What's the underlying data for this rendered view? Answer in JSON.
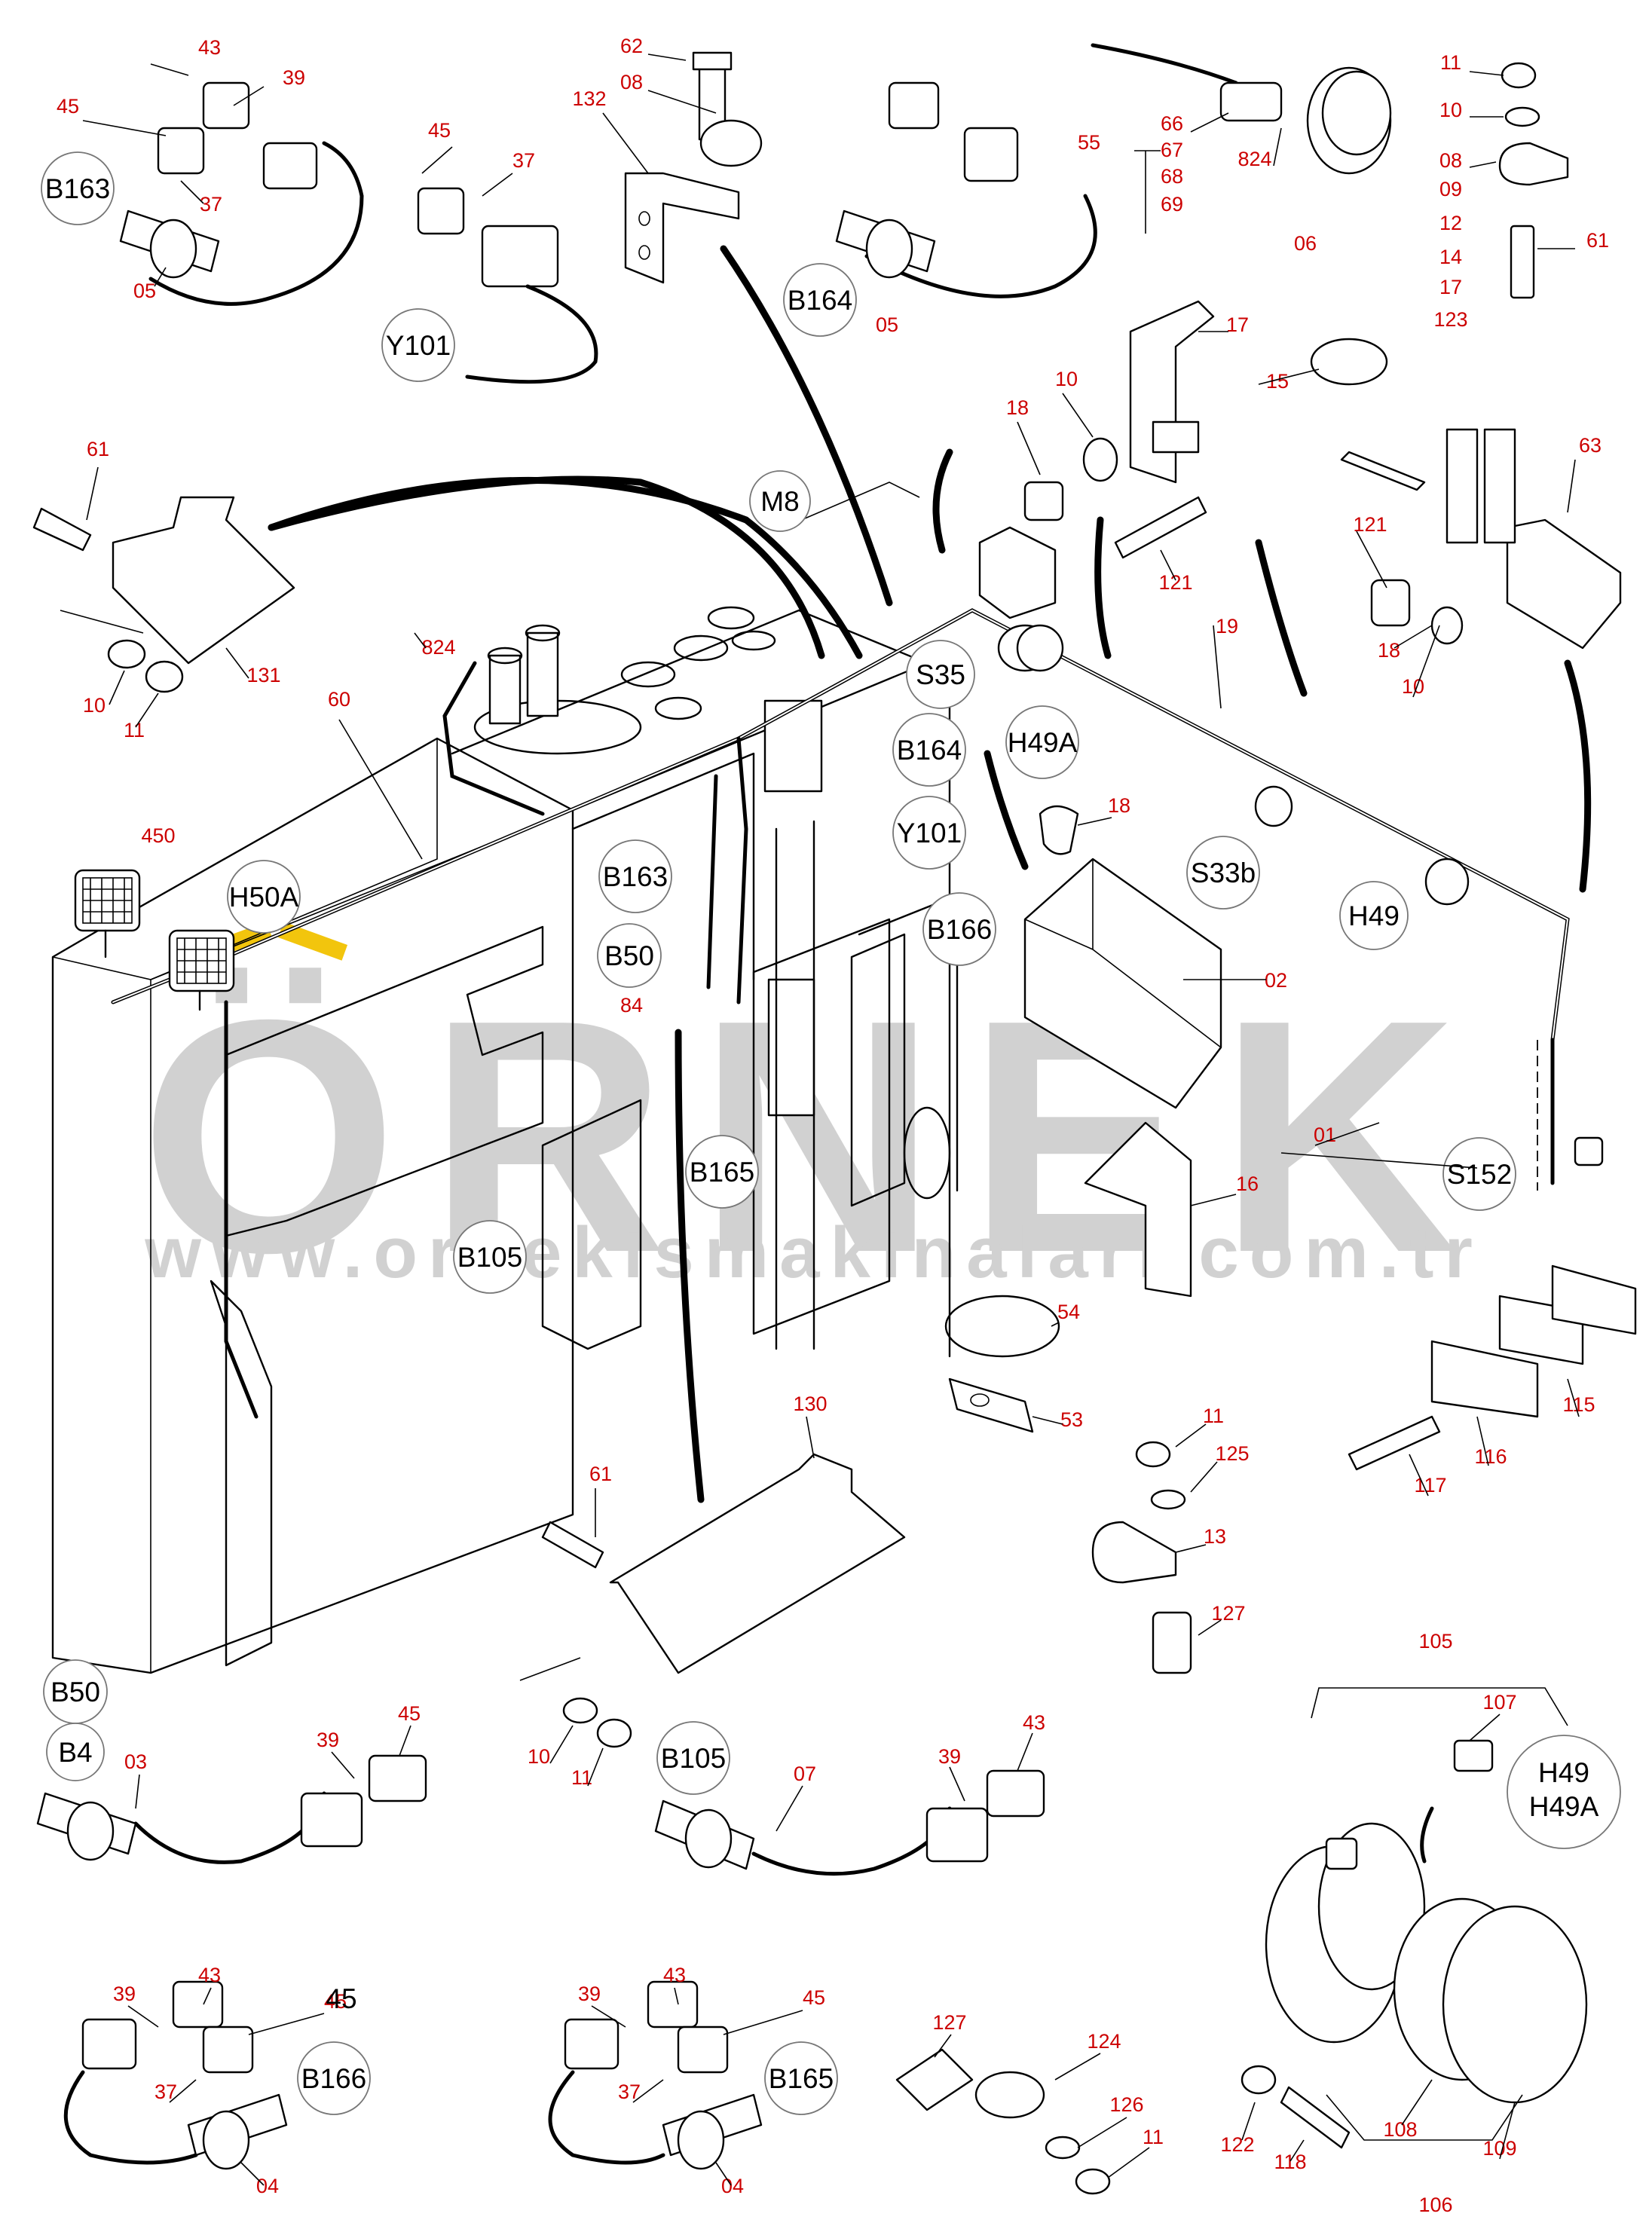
{
  "watermark": {
    "brand": "ÖRNEK",
    "url": "www.ornekismakinalari.com.tr",
    "brand_color": "#c8c8c8",
    "accent_color": "#f2c200"
  },
  "colors": {
    "part_number": "#cc0000",
    "reference": "#000000",
    "line": "#000000"
  },
  "part_numbers": [
    "43",
    "39",
    "45",
    "37",
    "05",
    "45",
    "37",
    "62",
    "08",
    "132",
    "66",
    "67",
    "68",
    "69",
    "55",
    "824",
    "06",
    "05",
    "11",
    "10",
    "08",
    "09",
    "12",
    "14",
    "17",
    "123",
    "61",
    "17",
    "15",
    "63",
    "18",
    "10",
    "121",
    "121",
    "19",
    "18",
    "10",
    "61",
    "131",
    "10",
    "11",
    "824",
    "60",
    "450",
    "84",
    "02",
    "18",
    "01",
    "16",
    "54",
    "53",
    "130",
    "61",
    "10",
    "11",
    "11",
    "125",
    "13",
    "127",
    "115",
    "116",
    "117",
    "03",
    "39",
    "45",
    "07",
    "39",
    "43",
    "105",
    "107",
    "108",
    "109",
    "106",
    "122",
    "118",
    "43",
    "39",
    "45",
    "37",
    "04",
    "43",
    "39",
    "45",
    "37",
    "04",
    "127",
    "124",
    "126",
    "11"
  ],
  "references": [
    "B163",
    "Y101",
    "B164",
    "M8",
    "S35",
    "B164",
    "Y101",
    "H49A",
    "S33b",
    "H49",
    "S152",
    "H50A",
    "B163",
    "B50",
    "B166",
    "B165",
    "B105",
    "B50",
    "B4",
    "B105",
    "H49",
    "H49A",
    "B166",
    "B165"
  ],
  "plain_labels": [
    "45"
  ]
}
